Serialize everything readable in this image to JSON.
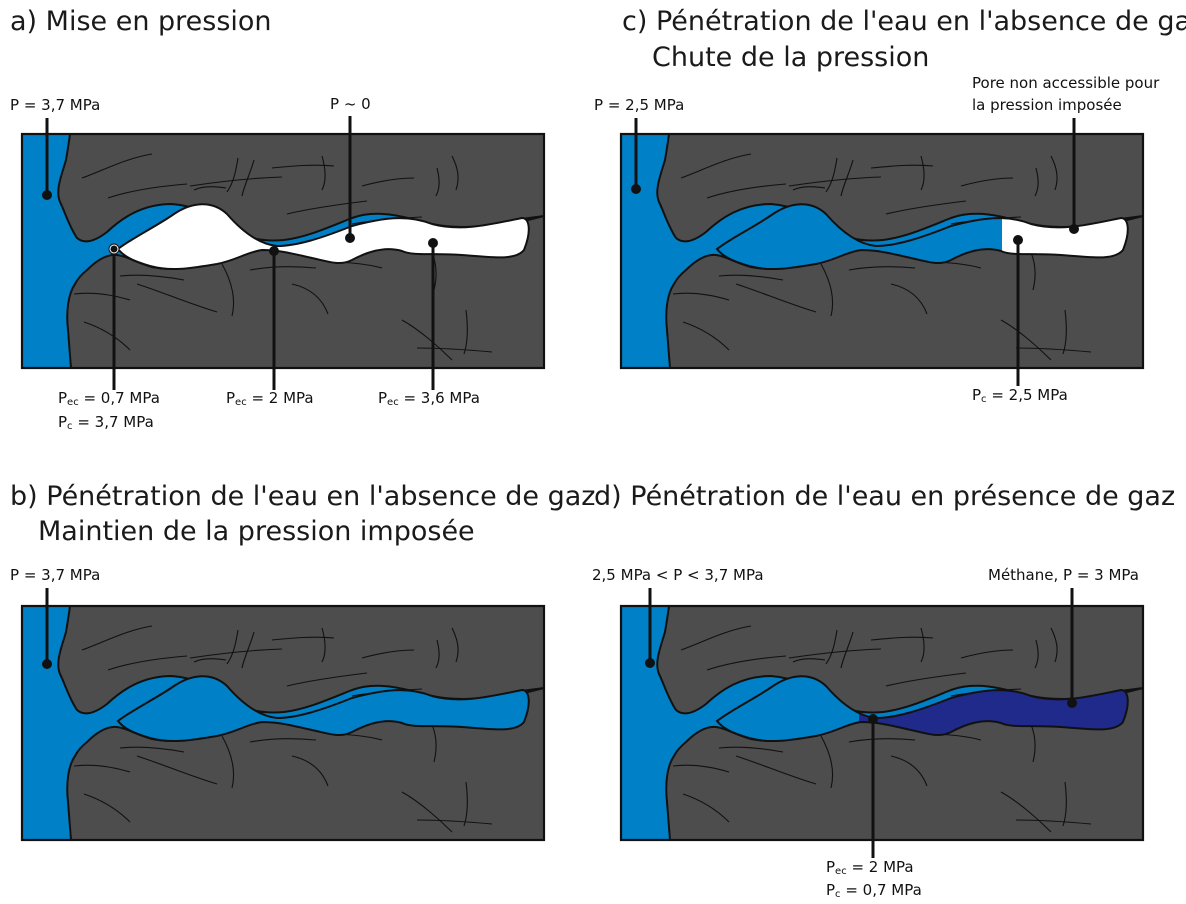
{
  "panels": {
    "a": {
      "title": "a) Mise en pression",
      "labels": {
        "p_water": "P = 3,7 MPa",
        "p_pore": "P ~ 0",
        "pec1_main": "P",
        "pec1_sub": "ec",
        "pec1_val": " = 0,7 MPa",
        "pc1_main": "P",
        "pc1_sub": "c",
        "pc1_val": " = 3,7 MPa",
        "pec2_main": "P",
        "pec2_sub": "ec",
        "pec2_val": " = 2 MPa",
        "pec3_main": "P",
        "pec3_sub": "ec",
        "pec3_val": " = 3,6 MPa"
      }
    },
    "b": {
      "title_line1": "b) Pénétration de l'eau en l'absence de gaz",
      "title_line2": "Maintien de la pression imposée",
      "labels": {
        "p_water": "P = 3,7 MPa"
      }
    },
    "c": {
      "title_line1": "c) Pénétration de l'eau en l'absence de gaz",
      "title_line2": "Chute de la pression",
      "labels": {
        "p_water": "P = 2,5 MPa",
        "pore_line1": "Pore non accessible pour",
        "pore_line2": "la pression imposée",
        "pc_main": "P",
        "pc_sub": "c",
        "pc_val": " = 2,5 MPa"
      }
    },
    "d": {
      "title": "d) Pénétration de l'eau en présence de gaz",
      "labels": {
        "p_water": "2,5 MPa < P < 3,7 MPa",
        "methane": "Méthane, P = 3 MPa",
        "pec_main": "P",
        "pec_sub": "ec",
        "pec_val": " = 2 MPa",
        "pc_main": "P",
        "pc_sub": "c",
        "pc_val": " = 0,7 MPa"
      }
    }
  },
  "colors": {
    "rock": "#4d4d4d",
    "water": "#0080c6",
    "methane": "#1f2a8a",
    "empty_pore": "#ffffff"
  }
}
